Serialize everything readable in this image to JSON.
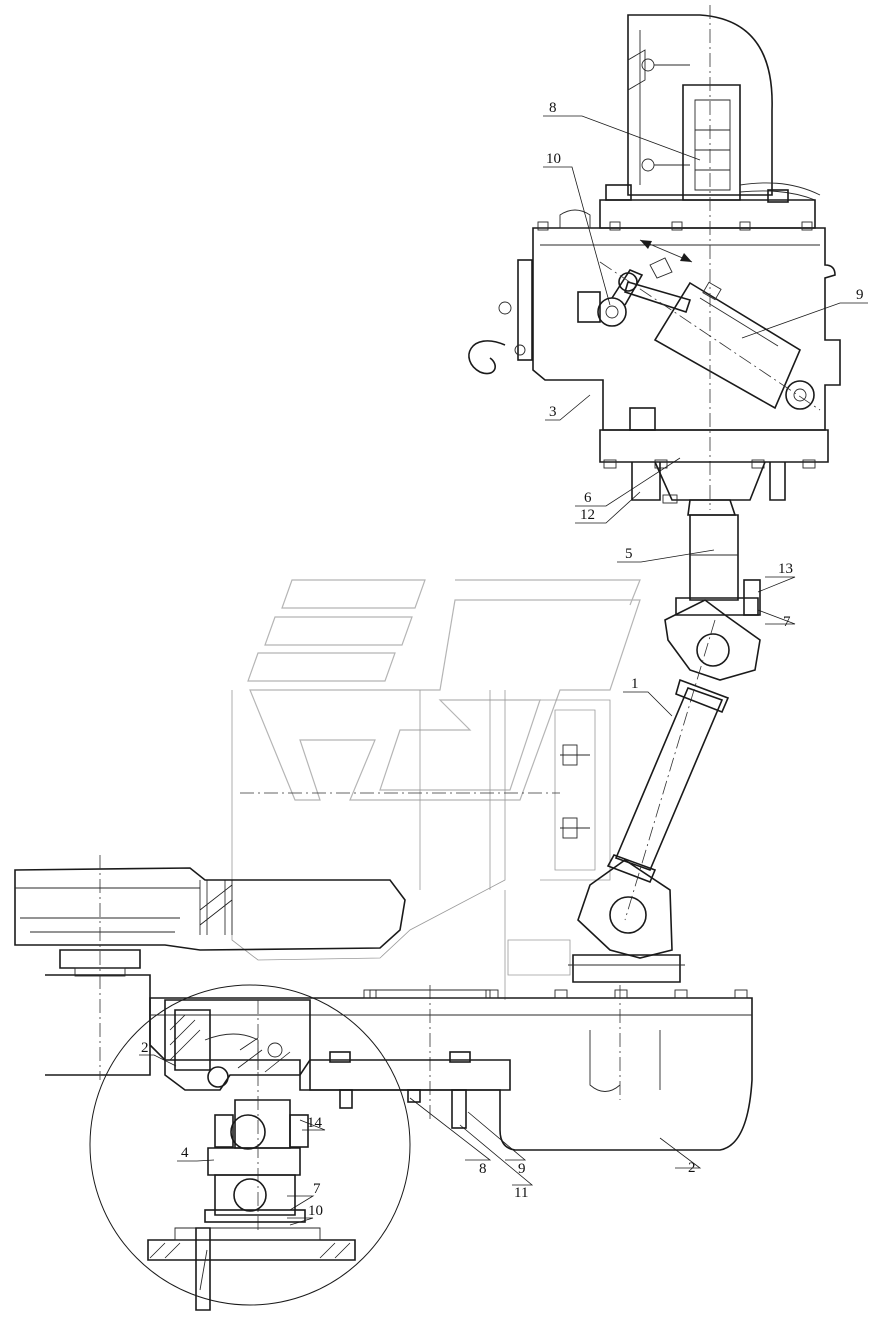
{
  "callouts": {
    "c8_top": "8",
    "c10_top": "10",
    "c9_top": "9",
    "c3": "3",
    "c6": "6",
    "c12": "12",
    "c5": "5",
    "c13": "13",
    "c7_top": "7",
    "c1": "1",
    "c2_left": "2",
    "c14": "14",
    "c4": "4",
    "c7_bottom": "7",
    "c10_bottom": "10",
    "c8_bottom": "8",
    "c9_bottom": "9",
    "c11": "11",
    "c2_right": "2"
  }
}
